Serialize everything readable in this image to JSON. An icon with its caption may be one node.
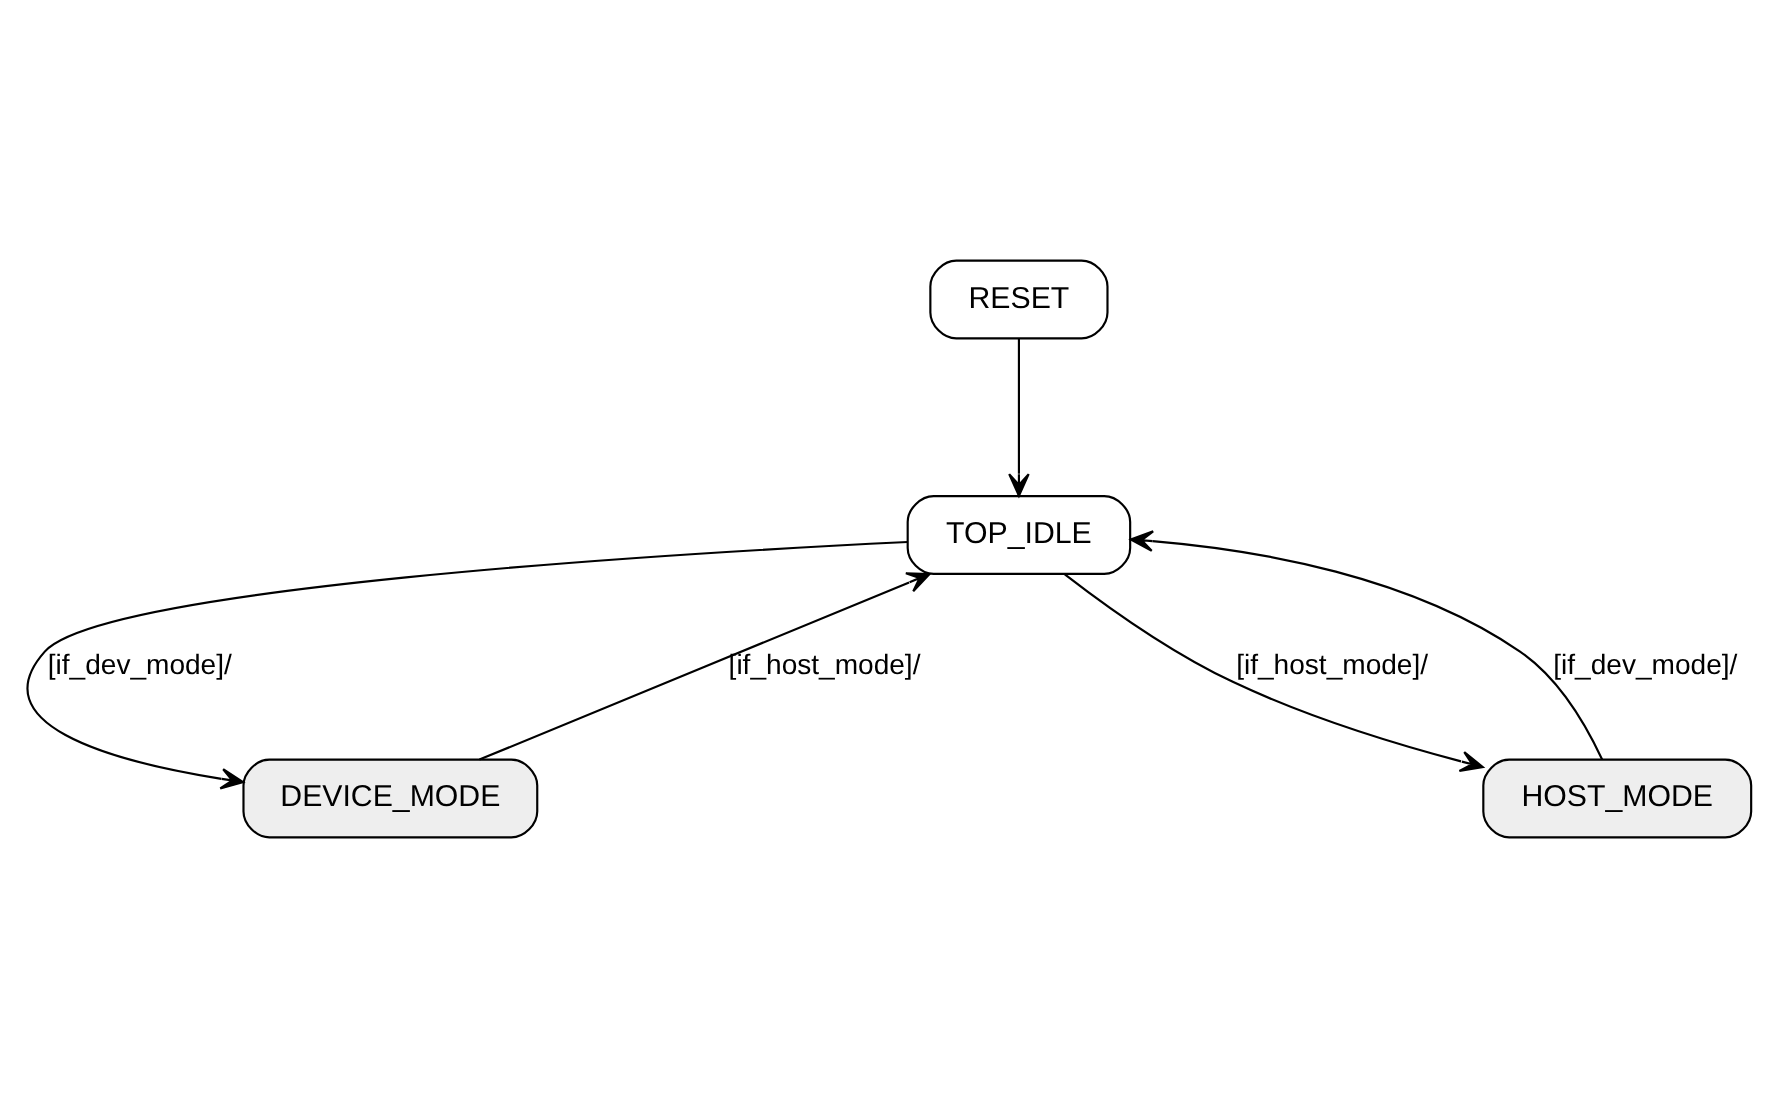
{
  "diagram": {
    "nodes": [
      {
        "text": [
          "RESET"
        ]
      },
      {
        "text": [
          "TOP_IDLE"
        ]
      },
      {
        "text": [
          "DEVICE_MODE"
        ]
      },
      {
        "text": [
          "HOST_MODE"
        ]
      }
    ],
    "edges": [
      {
        "from": 0,
        "to": 1,
        "arrow": "to"
      },
      {
        "from": 1,
        "to": 2,
        "arrow": "to",
        "label": "[if_dev_mode]/"
      },
      {
        "from": 2,
        "to": 1,
        "arrow": "to",
        "label": "[if_host_mode]/"
      },
      {
        "from": 1,
        "to": 3,
        "arrow": "to",
        "label": "[if_host_mode]/"
      },
      {
        "from": 3,
        "to": 1,
        "arrow": "to",
        "label": "[if_dev_mode]/"
      }
    ]
  }
}
